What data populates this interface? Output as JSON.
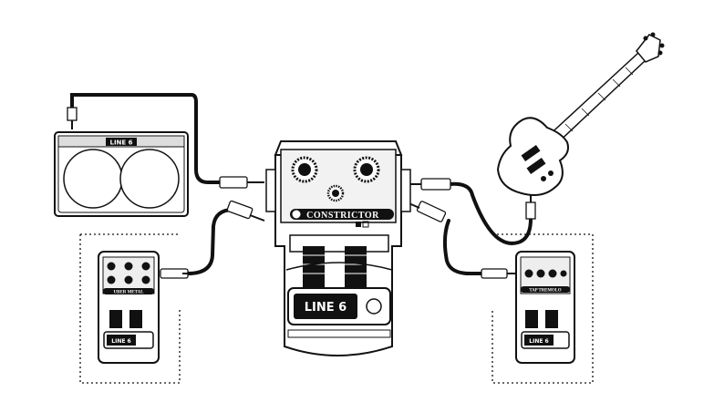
{
  "amp": {
    "logo": "LINE 6"
  },
  "center_pedal": {
    "name": "CONSTRICTOR",
    "logo": "LINE 6"
  },
  "left_pedal": {
    "name": "UBER METAL",
    "logo": "LINE 6"
  },
  "right_pedal": {
    "name": "TAP TREMOLO",
    "logo": "LINE 6"
  },
  "icons": [
    "amplifier-icon",
    "stompbox-pedal-icon",
    "electric-guitar-icon",
    "quarter-inch-jack-plug-icon",
    "guitar-cable-icon"
  ],
  "colors": {
    "ink": "#111111",
    "paper": "#ffffff",
    "panel": "#e8e8e8",
    "label_bar": "#111111"
  }
}
